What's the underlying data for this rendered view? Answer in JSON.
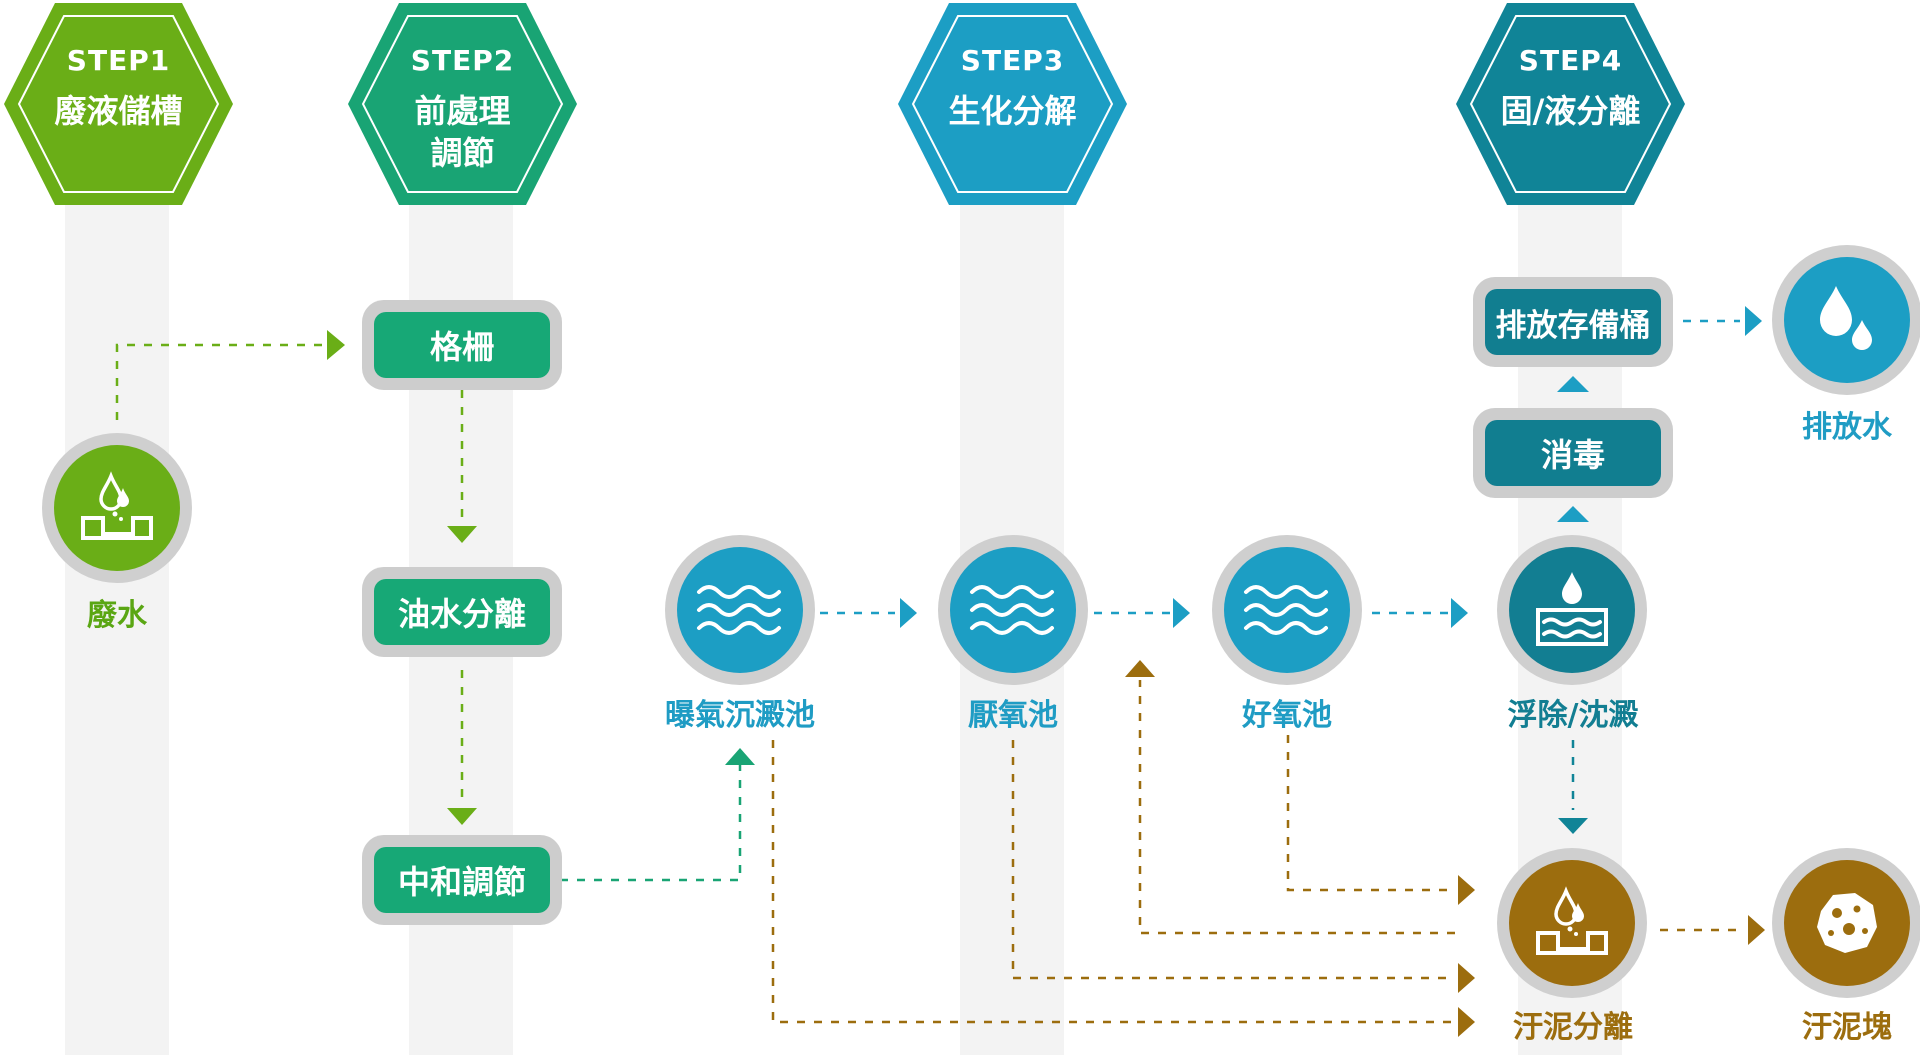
{
  "steps": [
    {
      "step": "STEP1",
      "name": "廢液儲槽",
      "color": "#6aae17"
    },
    {
      "step": "STEP2",
      "name": "前處理\n調節",
      "color": "#19a474"
    },
    {
      "step": "STEP3",
      "name": "生化分解",
      "color": "#1c9ec4"
    },
    {
      "step": "STEP4",
      "name": "固/液分離",
      "color": "#108497"
    }
  ],
  "pills": {
    "grille": "格柵",
    "oil_water": "油水分離",
    "neutralize": "中和調節",
    "disinfect": "消毒",
    "discharge_tank": "排放存備桶"
  },
  "nodes": {
    "waste_water": {
      "label": "廢水",
      "icon": "droplet-into-tank-icon",
      "color": "#6aae17"
    },
    "aeration": {
      "label": "曝氣沉澱池",
      "icon": "waves-icon",
      "color": "#1c9ec4"
    },
    "anaerobic": {
      "label": "厭氧池",
      "icon": "waves-icon",
      "color": "#1c9ec4"
    },
    "aerobic": {
      "label": "好氧池",
      "icon": "waves-icon",
      "color": "#1c9ec4"
    },
    "flotation": {
      "label": "浮除/沈澱",
      "icon": "drop-over-layers-icon",
      "color": "#127e92"
    },
    "discharge_water": {
      "label": "排放水",
      "icon": "water-drops-icon",
      "color": "#1c9ec4"
    },
    "sludge_separation": {
      "label": "汙泥分離",
      "icon": "droplet-into-tank-icon",
      "color": "#9c6d0e"
    },
    "sludge_cake": {
      "label": "汙泥塊",
      "icon": "sludge-chunk-icon",
      "color": "#9c6d0e"
    }
  },
  "colors": {
    "green": "#6aae17",
    "emerald": "#19a474",
    "blue": "#1c9ec4",
    "teal": "#108497",
    "brown": "#9c6d0e",
    "gray": "#cfcfcf"
  }
}
